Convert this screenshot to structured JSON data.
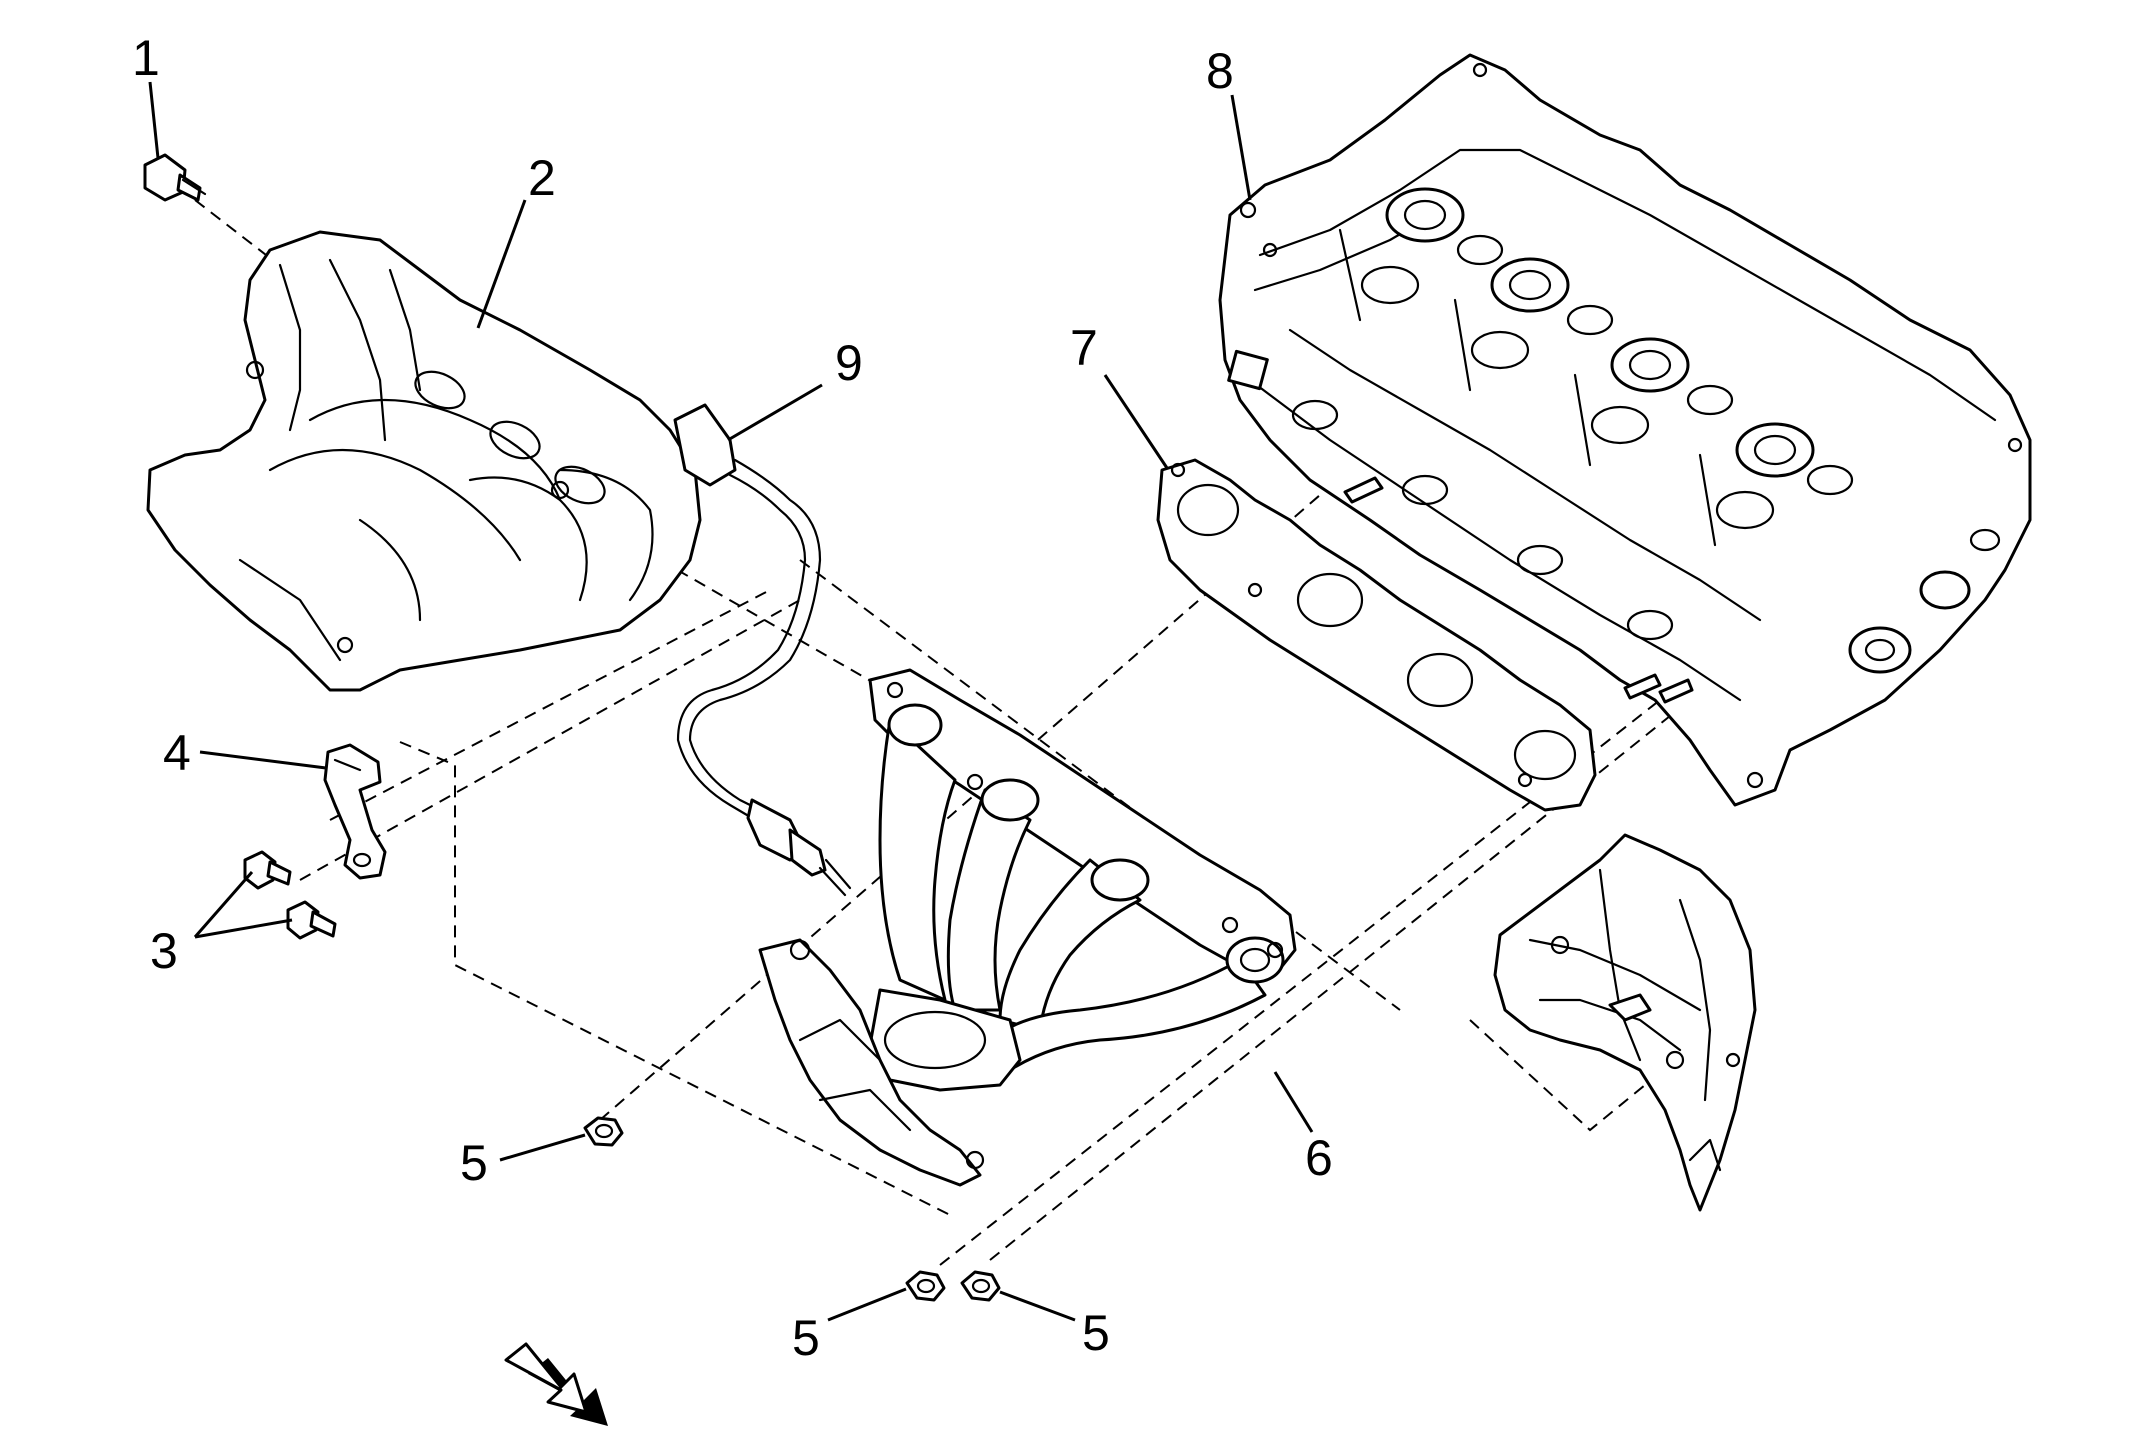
{
  "callouts": {
    "c1": "1",
    "c2": "2",
    "c3": "3",
    "c4": "4",
    "c5a": "5",
    "c5b": "5",
    "c5c": "5",
    "c6": "6",
    "c7": "7",
    "c8": "8",
    "c9": "9"
  },
  "colors": {
    "line": "#000000",
    "background": "#ffffff"
  },
  "icons": {
    "orientation_arrow": "front-direction-arrow-icon"
  }
}
